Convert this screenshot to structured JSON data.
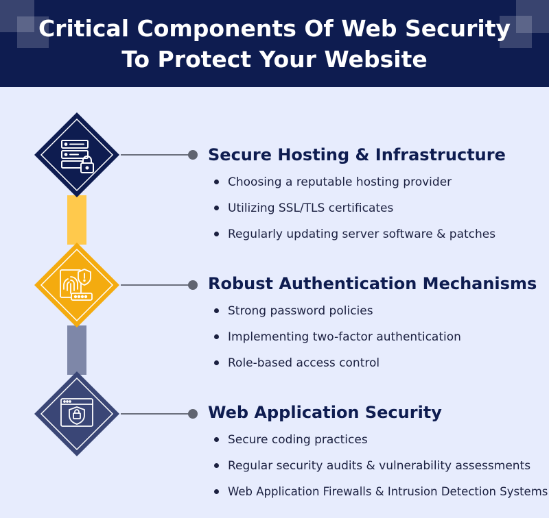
{
  "header": {
    "title_line1": "Critical Components Of Web Security",
    "title_line2": "To Protect Your Website"
  },
  "colors": {
    "header_bg": "#0e1c50",
    "page_bg": "#e7ecfd",
    "section1_diamond": "#0e1c50",
    "section2_diamond": "#f4ab0f",
    "section3_diamond": "#3a4676",
    "connector_yellow": "#ffc94c",
    "connector_gray": "#7e87a8"
  },
  "sections": [
    {
      "icon": "server-lock-icon",
      "title": "Secure Hosting & Infrastructure",
      "bullets": [
        "Choosing a reputable hosting provider",
        "Utilizing SSL/TLS certificates",
        "Regularly updating server software & patches"
      ]
    },
    {
      "icon": "fingerprint-password-icon",
      "title": "Robust Authentication Mechanisms",
      "bullets": [
        "Strong password policies",
        "Implementing two-factor authentication",
        "Role-based access control"
      ]
    },
    {
      "icon": "browser-shield-lock-icon",
      "title": "Web Application Security",
      "bullets": [
        "Secure coding practices",
        "Regular security audits & vulnerability assessments",
        "Web Application Firewalls & Intrusion Detection Systems"
      ]
    }
  ]
}
